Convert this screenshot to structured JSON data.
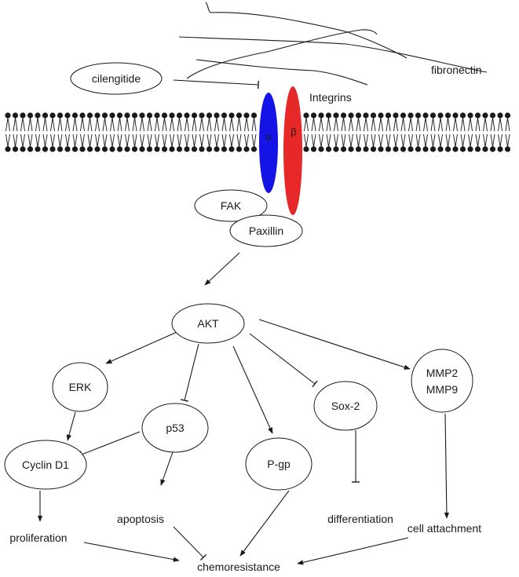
{
  "labels": {
    "fibronectin": "fibronectin",
    "integrins": "Integrins",
    "alpha": "α",
    "beta": "β",
    "apoptosis": "apoptosis",
    "differentiation": "differentiation",
    "proliferation": "proliferation",
    "cell_attachment": "cell attachment",
    "chemoresistance": "chemoresistance"
  },
  "nodes": {
    "cilengitide": "cilengitide",
    "fak": "FAK",
    "paxillin": "Paxillin",
    "akt": "AKT",
    "erk": "ERK",
    "p53": "p53",
    "pgp": "P-gp",
    "sox2": "Sox-2",
    "mmp2": "MMP2",
    "mmp9": "MMP9",
    "cyclin_d1": "Cyclin D1"
  },
  "colors": {
    "alpha_subunit": "#1414e6",
    "beta_subunit": "#e62828",
    "membrane": "#1a1a1a",
    "line": "#1a1a1a"
  }
}
